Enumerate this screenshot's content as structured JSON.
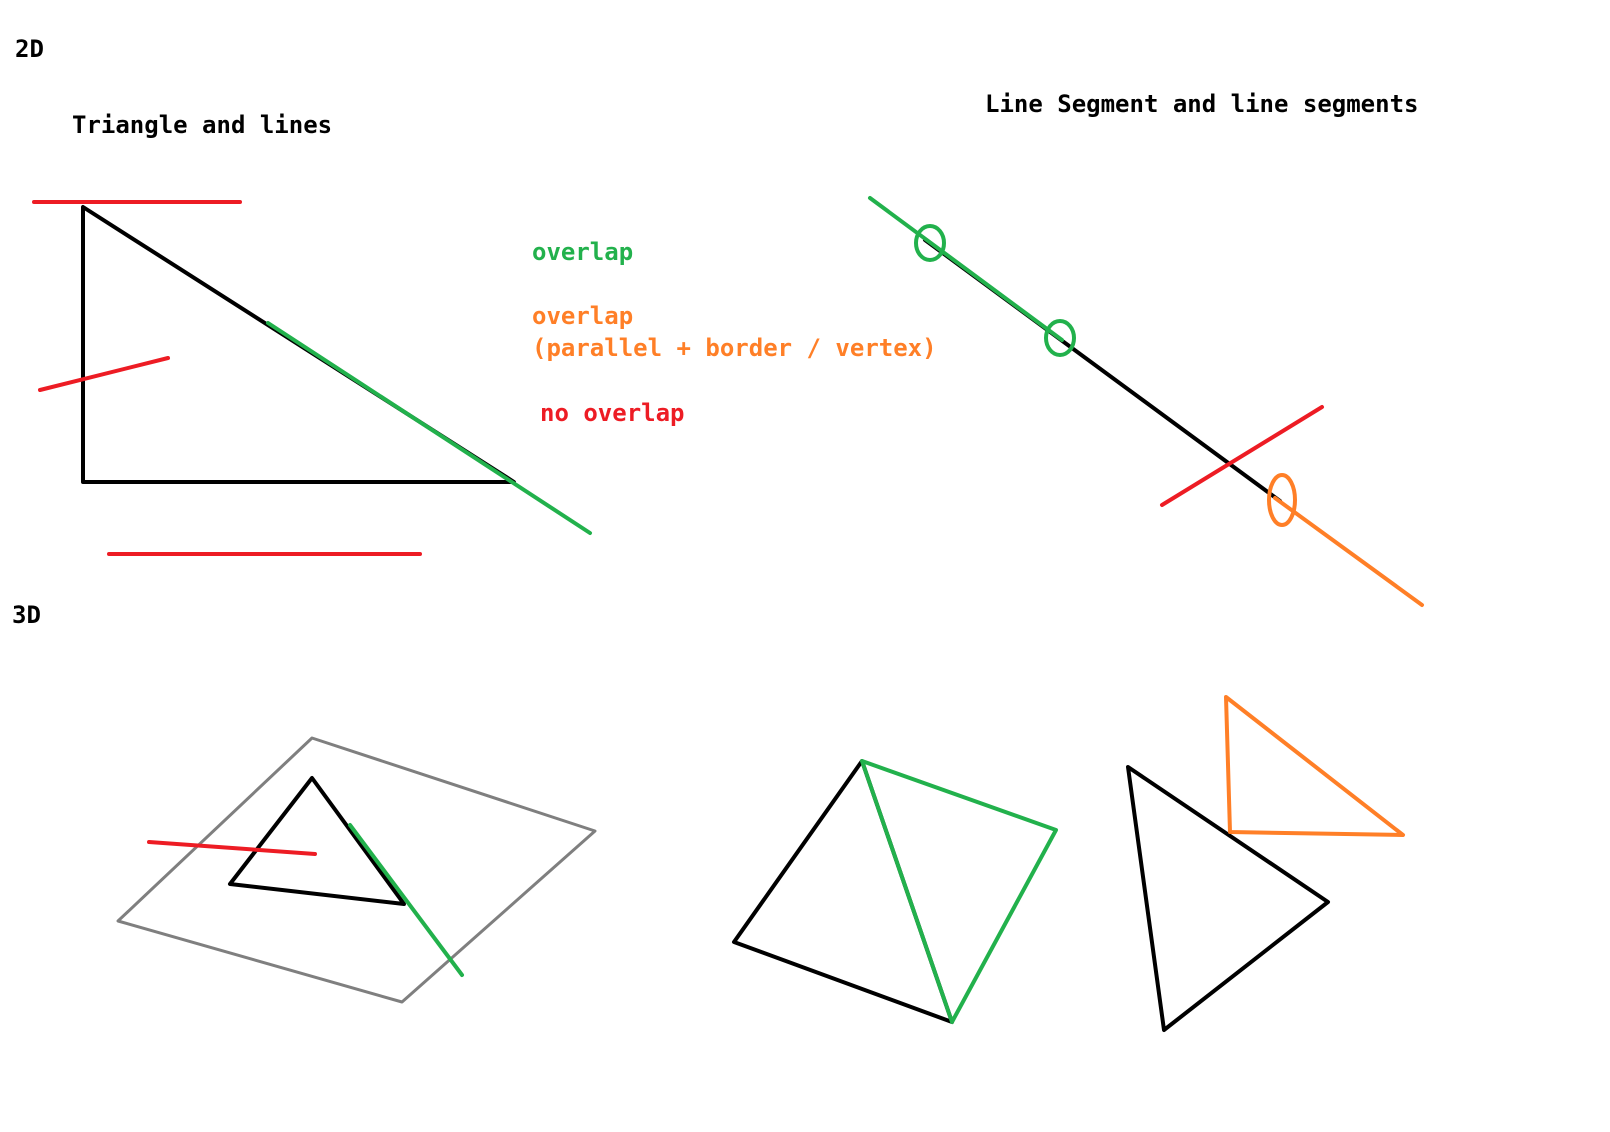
{
  "labels": {
    "section_2d": "2D",
    "section_3d": "3D",
    "triangle_title": "Triangle and lines",
    "segment_title": "Line Segment and line segments"
  },
  "legend": {
    "overlap": "overlap",
    "overlap_parallel_line1": "overlap",
    "overlap_parallel_line2": "(parallel + border / vertex)",
    "no_overlap": "no overlap"
  },
  "colors": {
    "overlap": "#22b14c",
    "overlap_parallel": "#ff7f27",
    "no_overlap": "#ed1c24",
    "shape": "#000000",
    "plane": "#7f7f7f"
  }
}
